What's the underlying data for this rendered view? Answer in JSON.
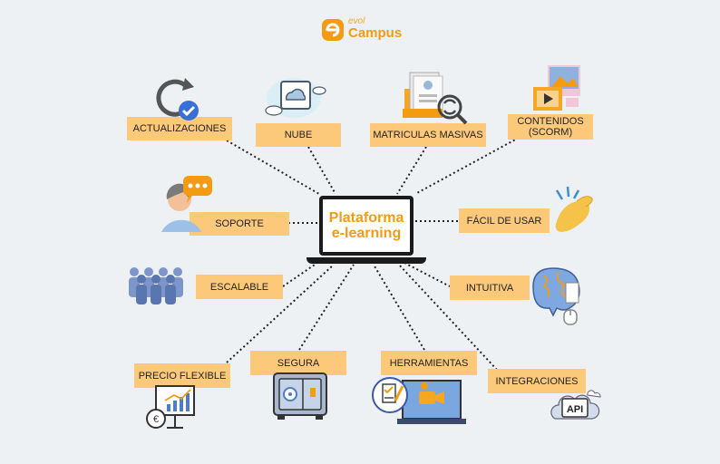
{
  "logo": {
    "small": "evol",
    "big": "Campus"
  },
  "center": {
    "line1": "Plataforma",
    "line2": "e-learning"
  },
  "colors": {
    "label_bg": "#fcc97b",
    "accent": "#f39c12",
    "line": "#222222",
    "background": "#eef1f4"
  },
  "nodes": [
    {
      "id": "actualizaciones",
      "label": "ACTUALIZACIONES",
      "icon": "refresh-check-icon"
    },
    {
      "id": "nube",
      "label": "NUBE",
      "icon": "cloud-icon"
    },
    {
      "id": "matriculas",
      "label": "MATRICULAS MASIVAS",
      "icon": "enrollment-docs-icon"
    },
    {
      "id": "contenidos",
      "label": "CONTENIDOS\n(SCORM)",
      "icon": "media-content-icon"
    },
    {
      "id": "soporte",
      "label": "SOPORTE",
      "icon": "support-chat-icon"
    },
    {
      "id": "facil",
      "label": "FÁCIL DE USAR",
      "icon": "hand-snap-icon"
    },
    {
      "id": "escalable",
      "label": "ESCALABLE",
      "icon": "people-group-icon"
    },
    {
      "id": "intuitiva",
      "label": "INTUITIVA",
      "icon": "brain-icon"
    },
    {
      "id": "precio",
      "label": "PRECIO FLEXIBLE",
      "icon": "price-chart-icon"
    },
    {
      "id": "segura",
      "label": "SEGURA",
      "icon": "safe-icon"
    },
    {
      "id": "herramientas",
      "label": "HERRAMIENTAS",
      "icon": "tools-video-icon"
    },
    {
      "id": "integraciones",
      "label": "INTEGRACIONES",
      "icon": "api-cloud-icon"
    }
  ],
  "api_text": "API"
}
